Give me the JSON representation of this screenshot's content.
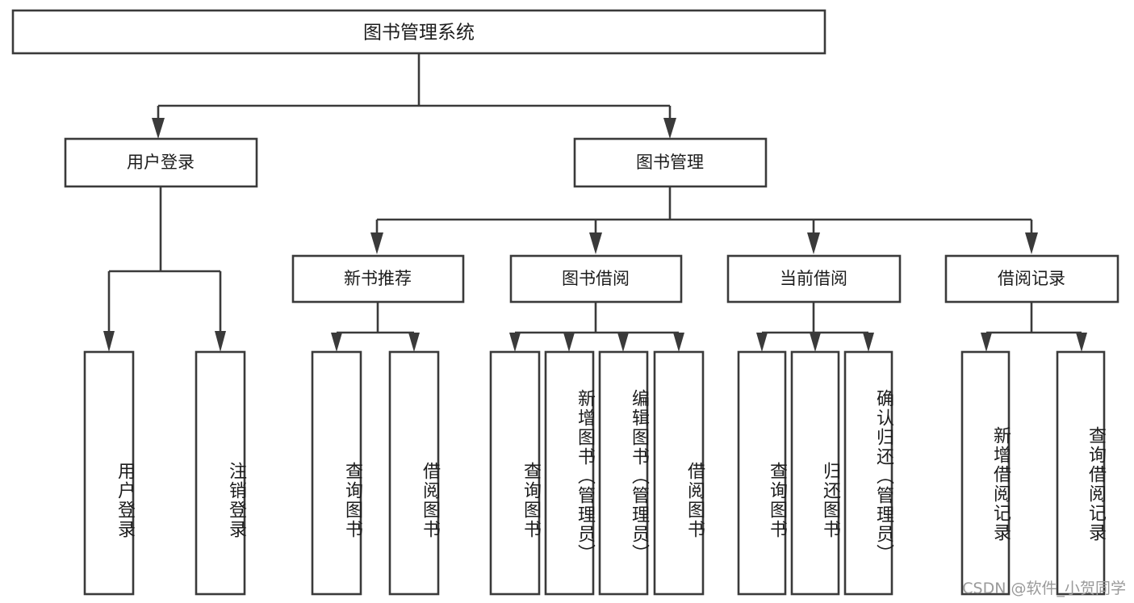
{
  "diagram": {
    "type": "tree",
    "title_node": {
      "label": "图书管理系统"
    },
    "level2": [
      {
        "label": "用户登录"
      },
      {
        "label": "图书管理"
      }
    ],
    "level3": [
      {
        "label": "新书推荐"
      },
      {
        "label": "图书借阅"
      },
      {
        "label": "当前借阅"
      },
      {
        "label": "借阅记录"
      }
    ],
    "leaves": {
      "user_login": [
        {
          "label": "用户登录"
        },
        {
          "label": "注销登录"
        }
      ],
      "new_book_recommend": [
        {
          "label": "查询图书"
        },
        {
          "label": "借阅图书"
        }
      ],
      "book_borrow": [
        {
          "label": "查询图书"
        },
        {
          "label": "新增图书（管理员）"
        },
        {
          "label": "编辑图书（管理员）"
        },
        {
          "label": "借阅图书"
        }
      ],
      "current_borrow": [
        {
          "label": "查询图书"
        },
        {
          "label": "归还图书"
        },
        {
          "label": "确认归还（管理员）"
        }
      ],
      "borrow_record": [
        {
          "label": "新增借阅记录"
        },
        {
          "label": "查询借阅记录"
        }
      ]
    }
  },
  "watermark": {
    "text": "CSDN @软件_小贺同学"
  },
  "colors": {
    "stroke": "#3a3a3a",
    "text": "#1c1c1c",
    "background": "#ffffff",
    "watermark": "#9a9a9a"
  }
}
